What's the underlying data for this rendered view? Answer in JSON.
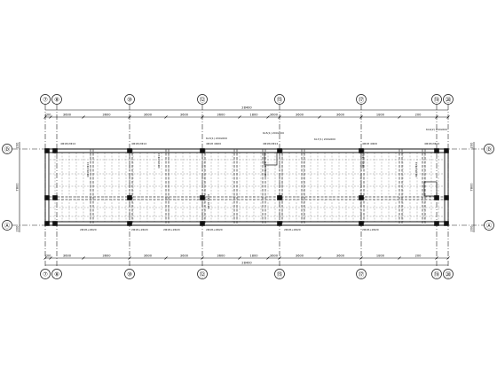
{
  "drawing": {
    "axes_top": [
      "⑦",
      "⑧",
      "⑩",
      "⑫",
      "⑮",
      "⑰",
      "⑲",
      "⑳"
    ],
    "axes_bottom": [
      "⑦",
      "⑧",
      "⑩",
      "⑫",
      "⑮",
      "⑰",
      "⑲",
      "⑳"
    ],
    "axes_left": [
      "Ⓓ",
      "Ⓐ"
    ],
    "axes_right": [
      "Ⓓ",
      "Ⓐ"
    ],
    "dims_top_segments": [
      "200",
      "3600",
      "3600",
      "3600",
      "3600",
      "3600",
      "1800",
      "3600",
      "3600",
      "3600",
      "1800",
      "200"
    ],
    "dims_top_total": "28400",
    "dims_bottom_segments": [
      "200",
      "3600",
      "3600",
      "3600",
      "3600",
      "3600",
      "1800",
      "3600",
      "3600",
      "3600",
      "1800",
      "200"
    ],
    "dims_bottom_total": "28400",
    "dims_left": [
      "200",
      "7800",
      "200"
    ],
    "dims_right": [
      "200",
      "7800",
      "200"
    ],
    "beam_notes": [
      "4Φ18/2Φ14",
      "4Φ18/2Φ14",
      "4Φ18 4Φ20",
      "4Φ18/2Φ14",
      "4Φ18 4Φ20",
      "4Φ18/2Φ14",
      "2Φ18+2Φ20",
      "2Φ18+2Φ20",
      "2Φ18+2Φ20",
      "2Φ18+2Φ20",
      "2Φ18+2Φ20",
      "2Φ18+2Φ20",
      "KL3(1) 200x600",
      "KL5(1) 200x600",
      "KL7(1) 200x600",
      "KL9(2) 200x600"
    ]
  }
}
